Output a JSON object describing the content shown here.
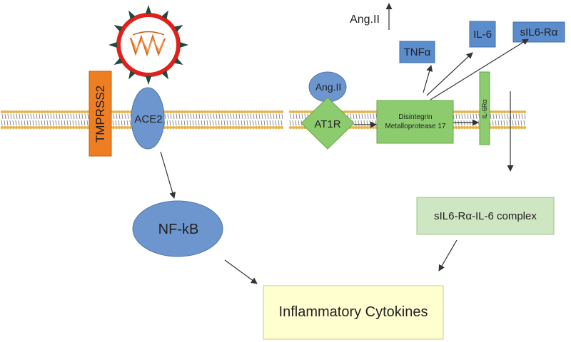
{
  "colors": {
    "membrane_head": "#e7b24a",
    "membrane_tail": "#8c8c8c",
    "blue_node": "#6d96cf",
    "blue_box": "#5b8ccb",
    "green_box": "#8ccb6e",
    "light_green": "#cfe6c2",
    "orange": "#ef7d22",
    "cytokine_fill": "#ffffd0",
    "arrow": "#333333",
    "virus_ring": "#e0201c",
    "virus_spike": "#1f4a3c",
    "virus_core": "#d96a1f"
  },
  "icons": {
    "virus": "coronavirus-icon"
  },
  "labels": {
    "tmprss2": "TMPRSS2",
    "ace2": "ACE2",
    "nfkb": "NF-kB",
    "angii_top": "Ang.II",
    "angii_node": "Ang.II",
    "at1r": "AT1R",
    "adam17": "Disintegrin Metalloprotease 17",
    "il6ra": "IL-6Rα",
    "tnfa": "TNFα",
    "il6": "IL-6",
    "sil6ra": "sIL6-Rα",
    "complex": "sIL6-Rα-IL-6 complex",
    "cytokines": "Inflammatory Cytokines"
  }
}
